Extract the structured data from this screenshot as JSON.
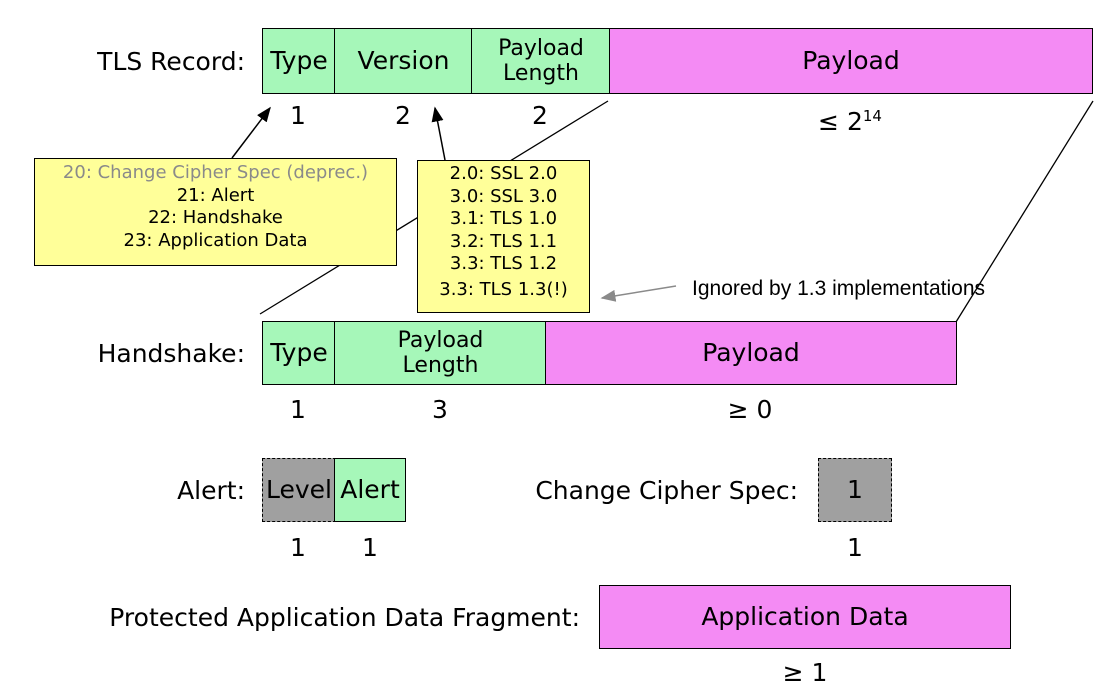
{
  "tls_record": {
    "label": "TLS Record:",
    "fields": {
      "type": "Type",
      "version": "Version",
      "payload_length": "Payload Length",
      "payload": "Payload"
    },
    "sizes": {
      "type": "1",
      "version": "2",
      "payload_length": "2",
      "payload_base": "≤ 2",
      "payload_exp": "14"
    }
  },
  "type_callout": {
    "lines": [
      "20: Change Cipher Spec (deprec.)",
      "21: Alert",
      "22: Handshake",
      "23: Application Data"
    ]
  },
  "version_callout": {
    "lines": [
      "2.0: SSL 2.0",
      "3.0: SSL 3.0",
      "3.1: TLS 1.0",
      "3.2: TLS 1.1",
      "3.3: TLS 1.2",
      "3.3: TLS 1.3(!)"
    ]
  },
  "ignored_note": "Ignored by 1.3 implementations",
  "handshake": {
    "label": "Handshake:",
    "fields": {
      "type": "Type",
      "payload_length": "Payload Length",
      "payload": "Payload"
    },
    "sizes": {
      "type": "1",
      "payload_length": "3",
      "payload": "≥ 0"
    }
  },
  "alert": {
    "label": "Alert:",
    "fields": {
      "level": "Level",
      "alert": "Alert"
    },
    "sizes": {
      "level": "1",
      "alert": "1"
    }
  },
  "change_cipher_spec": {
    "label": "Change Cipher Spec:",
    "value": "1",
    "size": "1"
  },
  "app_data": {
    "label": "Protected Application Data Fragment:",
    "field": "Application Data",
    "size": "≥ 1"
  },
  "colors": {
    "field_green": "#a6f7b9",
    "field_pink": "#f48bf4",
    "field_gray": "#a0a0a0",
    "callout_yellow": "#ffff99",
    "note_gray": "#8a8a8a"
  }
}
